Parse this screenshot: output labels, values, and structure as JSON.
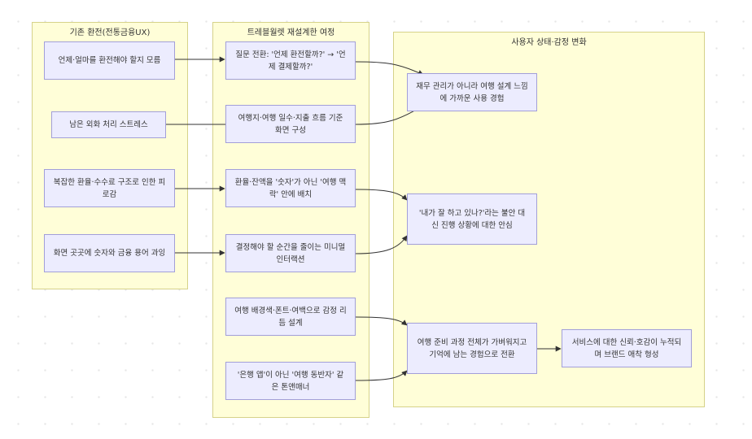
{
  "groups": {
    "existing": "기존 환전(전통금융UX)",
    "redesigned": "트레블월렛 재설계한 여정",
    "state": "사용자 상태·감정 변화"
  },
  "existing_nodes": [
    "언제·얼마를 환전해야 할지 모름",
    "남은 외화 처리 스트레스",
    "복잡한 환율·수수료 구조로 인한 피로감",
    "화면 곳곳에 숫자와 금융 용어 과잉"
  ],
  "journey_nodes": [
    "질문 전환: '언제 환전할까?' → '언제 결제할까?'",
    "여행지·여행 일수·지출 흐름 기준 화면 구성",
    "환율·잔액을 '숫자'가 아닌 '여행 맥락' 안에 배치",
    "결정해야 할 순간을 줄이는 미니멀 인터랙션",
    "여행 배경색·폰트·여백으로 감정 리듬 설계",
    "'은행 앱'이 아닌 '여행 동반자' 같은 톤앤매너"
  ],
  "state_nodes": [
    "재무 관리가 아니라 여행 설계 느낌에 가까운 사용 경험",
    "'내가 잘 하고 있나?'라는 불안 대신 진행 상황에 대한 안심",
    "여행 준비 과정 전체가 가벼워지고 기억에 남는 경험으로 전환",
    "서비스에 대한 신뢰·호감이 누적되며 브랜드 애착 형성"
  ],
  "colors": {
    "group_fill": "#fffed8",
    "group_border": "#d6d28a",
    "node_fill": "#ececfe",
    "node_border": "#a29fd9",
    "edge": "#333333"
  }
}
